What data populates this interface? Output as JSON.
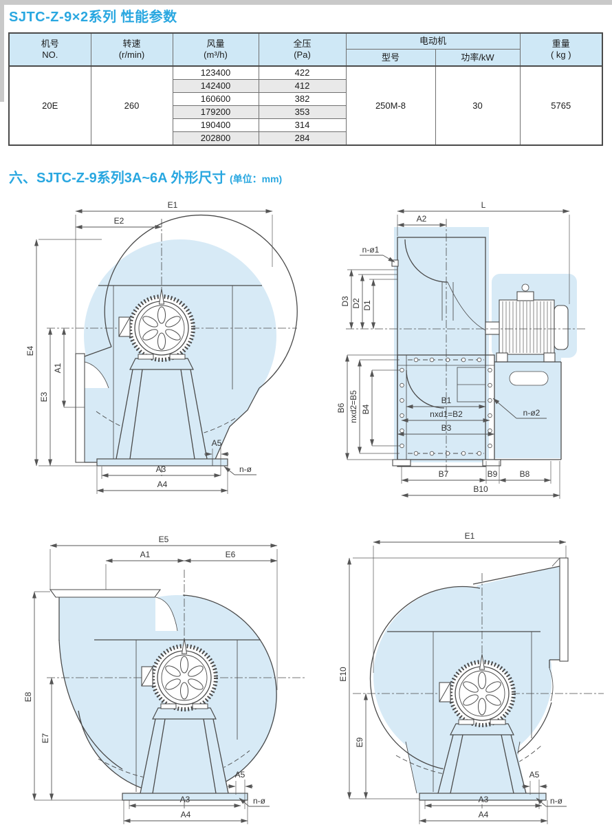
{
  "colors": {
    "accent": "#29a7e0",
    "table_header_bg": "#cfe8f6",
    "row_alt_bg": "#e9e9e9",
    "drawing_fill": "#d7eaf6",
    "line": "#4a4a4a"
  },
  "titles": {
    "performance": "SJTC-Z-9×2系列 性能参数",
    "dimensions": "六、SJTC-Z-9系列3A~6A 外形尺寸",
    "dimensions_unit": "(单位：mm)"
  },
  "table": {
    "header": {
      "machine_no": [
        "机号",
        "NO."
      ],
      "speed": [
        "转速",
        "(r/min)"
      ],
      "flow": [
        "风量",
        "(m³/h)"
      ],
      "pressure": [
        "全压",
        "(Pa)"
      ],
      "motor_group": "电动机",
      "motor_model": "型号",
      "motor_power": "功率/kW",
      "weight": [
        "重量",
        "( kg )"
      ]
    },
    "row": {
      "no": "20E",
      "speed": "260",
      "points": [
        {
          "flow": "123400",
          "pressure": "422"
        },
        {
          "flow": "142400",
          "pressure": "412"
        },
        {
          "flow": "160600",
          "pressure": "382"
        },
        {
          "flow": "179200",
          "pressure": "353"
        },
        {
          "flow": "190400",
          "pressure": "314"
        },
        {
          "flow": "202800",
          "pressure": "284"
        }
      ],
      "motor_model": "250M-8",
      "motor_power": "30",
      "weight": "5765"
    }
  },
  "drawings": {
    "side_view_right": {
      "labels": {
        "e1": "E1",
        "e2": "E2",
        "e4": "E4",
        "e3": "E3",
        "a1": "A1",
        "a5": "A5",
        "a3": "A3",
        "a4": "A4",
        "n_phi": "n-ø"
      }
    },
    "front_view": {
      "labels": {
        "l": "L",
        "a2": "A2",
        "n_phi1": "n-ø1",
        "d3": "D3",
        "d2": "D2",
        "d1": "D1",
        "b6": "B6",
        "b5": "nxd2=B5",
        "b4": "B4",
        "b1": "B1",
        "b2": "nxd1=B2",
        "b3": "B3",
        "n_phi2": "n-ø2",
        "b7": "B7",
        "b9": "B9",
        "b8": "B8",
        "b10": "B10"
      }
    },
    "side_view_left_outlet": {
      "labels": {
        "e5": "E5",
        "a1": "A1",
        "e6": "E6",
        "e8": "E8",
        "e7": "E7",
        "a5": "A5",
        "a3": "A3",
        "a4": "A4",
        "n_phi": "n-ø"
      }
    },
    "side_view_right_outlet": {
      "labels": {
        "e1": "E1",
        "e10": "E10",
        "e9": "E9",
        "a5": "A5",
        "a3": "A3",
        "a4": "A4",
        "n_phi": "n-ø"
      }
    }
  }
}
